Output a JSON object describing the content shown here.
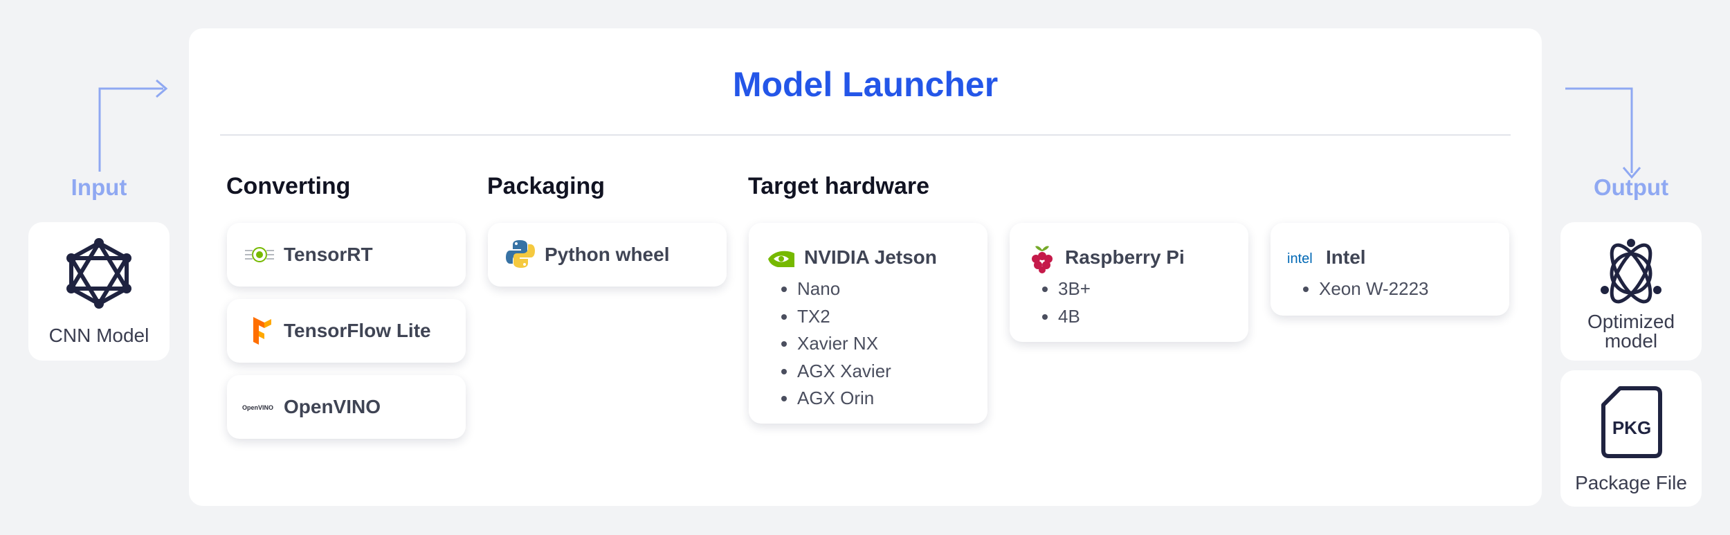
{
  "input": {
    "heading": "Input",
    "node_label": "CNN Model"
  },
  "output": {
    "heading": "Output",
    "items": [
      {
        "label_line1": "Optimized",
        "label_line2": "model"
      },
      {
        "label": "Package File",
        "badge": "PKG"
      }
    ]
  },
  "launcher": {
    "title": "Model Launcher",
    "sections": {
      "converting": "Converting",
      "packaging": "Packaging",
      "target": "Target hardware"
    },
    "converters": [
      "TensorRT",
      "TensorFlow Lite",
      "OpenVINO"
    ],
    "openvino_logo_text": "OpenVINO",
    "packagers": [
      "Python wheel"
    ],
    "hardware": [
      {
        "name": "NVIDIA Jetson",
        "icon": "nvidia-icon",
        "models": [
          "Nano",
          "TX2",
          "Xavier NX",
          "AGX Xavier",
          "AGX Orin"
        ]
      },
      {
        "name": "Raspberry Pi",
        "icon": "raspberry-pi-icon",
        "models": [
          "3B+",
          "4B"
        ]
      },
      {
        "name": "Intel",
        "icon": "intel-icon",
        "logo_text": "intel",
        "models": [
          "Xeon W-2223"
        ]
      }
    ]
  },
  "colors": {
    "accent": "#2456e8",
    "flow": "#8fa8f2",
    "icon_dark": "#1f2340",
    "nvidia": "#76b900",
    "intel": "#0068b5"
  }
}
